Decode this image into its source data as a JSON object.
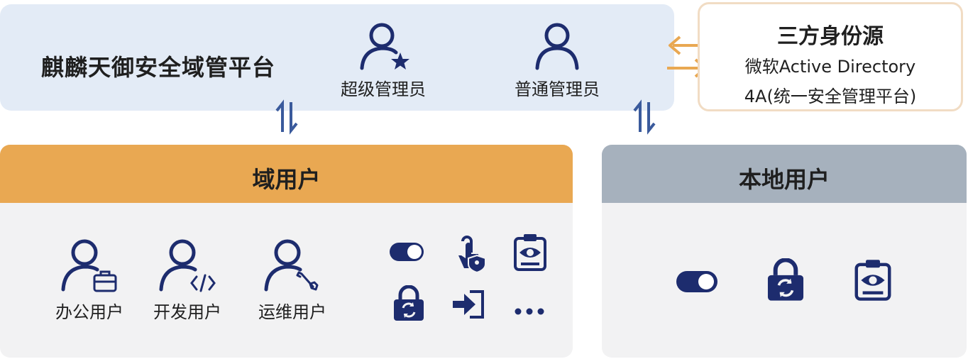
{
  "platform": {
    "title": "麒麟天御安全域管平台",
    "admins": [
      {
        "label": "超级管理员",
        "icon": "user-star-icon"
      },
      {
        "label": "普通管理员",
        "icon": "user-icon"
      }
    ]
  },
  "identity_source": {
    "title": "三方身份源",
    "lines": [
      "微软Active Directory",
      "4A(统一安全管理平台)"
    ]
  },
  "domain_users": {
    "title": "域用户",
    "users": [
      {
        "label": "办公用户",
        "icon": "user-briefcase-icon"
      },
      {
        "label": "开发用户",
        "icon": "user-code-icon"
      },
      {
        "label": "运维用户",
        "icon": "user-wrench-icon"
      }
    ],
    "features": [
      "toggle-icon",
      "touch-shield-icon",
      "clipboard-eye-icon",
      "lock-sync-icon",
      "login-icon",
      "more-icon"
    ]
  },
  "local_users": {
    "title": "本地用户",
    "features": [
      "toggle-icon",
      "lock-sync-icon",
      "clipboard-eye-icon"
    ]
  },
  "colors": {
    "navy": "#1d2c6e",
    "blue_arrow": "#3a5a9c",
    "orange_arrow": "#e9a852",
    "domain_header": "#e9a852",
    "local_header": "#a6b1bd",
    "platform_bg": "#e3ebf6"
  }
}
